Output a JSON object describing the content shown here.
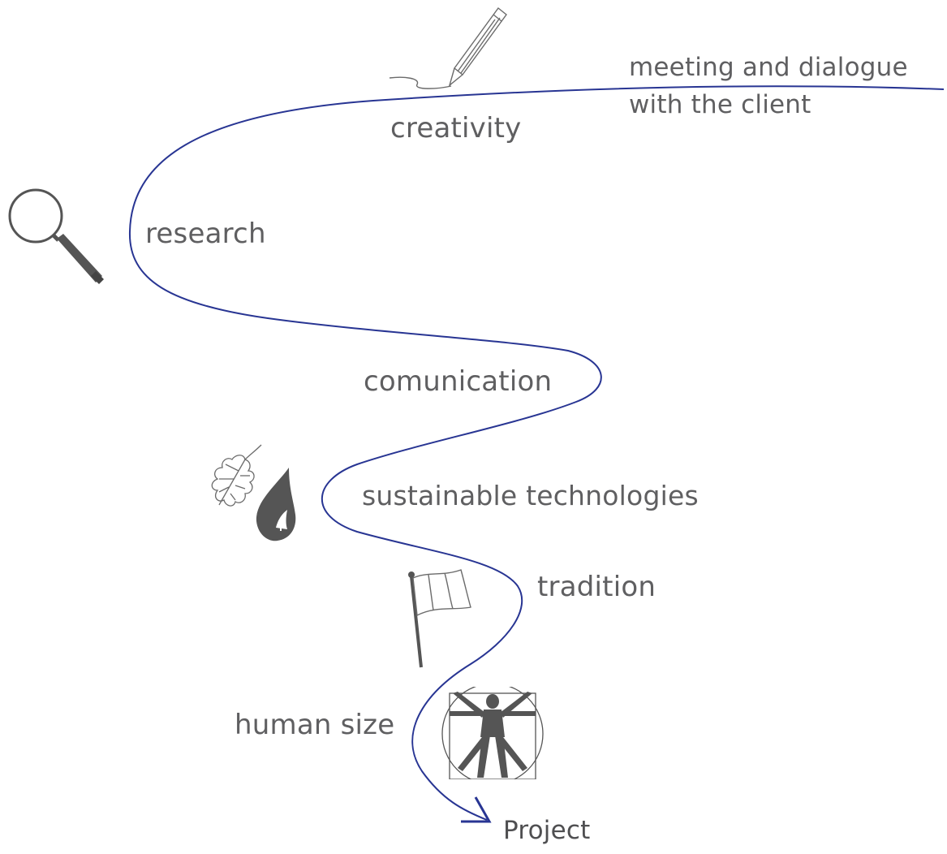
{
  "diagram": {
    "stages": [
      {
        "id": "meeting",
        "line1": "meeting and dialogue",
        "line2": "with the client"
      },
      {
        "id": "creativity",
        "label": "creativity"
      },
      {
        "id": "research",
        "label": "research"
      },
      {
        "id": "comunication",
        "label": "comunication"
      },
      {
        "id": "sustainable",
        "label": "sustainable technologies"
      },
      {
        "id": "tradition",
        "label": "tradition"
      },
      {
        "id": "human",
        "label": "human size"
      }
    ],
    "endpoint": "Project",
    "icons": [
      "pencil-icon",
      "magnifier-icon",
      "oak-leaf-icon",
      "water-drop-icon",
      "flag-icon",
      "vitruvian-man-icon"
    ],
    "colors": {
      "path": "#283593",
      "text": "#5f5f61",
      "icon_fill": "#555555",
      "icon_stroke": "#6b6b6b"
    }
  }
}
